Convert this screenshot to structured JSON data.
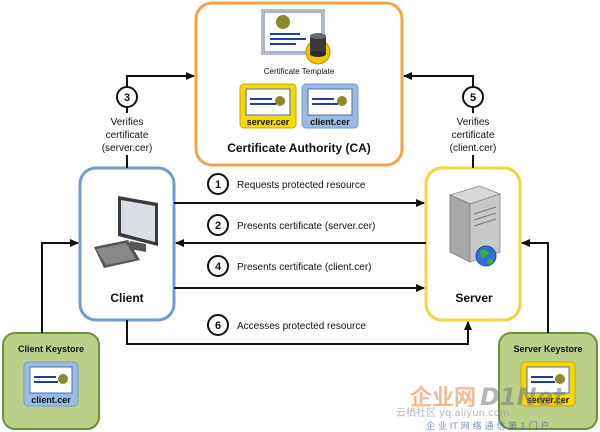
{
  "ca": {
    "title": "Certificate Authority (CA)",
    "template_label": "Certificate Template",
    "server_cert": "server.cer",
    "client_cert": "client.cer"
  },
  "client": {
    "label": "Client"
  },
  "server": {
    "label": "Server"
  },
  "client_keystore": {
    "label": "Client Keystore",
    "cert": "client.cer"
  },
  "server_keystore": {
    "label": "Server Keystore",
    "cert": "server.cer"
  },
  "steps": [
    {
      "num": "1",
      "text": "Requests protected resource"
    },
    {
      "num": "2",
      "text": "Presents certificate (server.cer)"
    },
    {
      "num": "3",
      "lines": [
        "Verifies",
        "certificate",
        "(server.cer)"
      ]
    },
    {
      "num": "4",
      "text": "Presents certificate (client.cer)"
    },
    {
      "num": "5",
      "lines": [
        "Verifies",
        "certificate",
        "(client.cer)"
      ]
    },
    {
      "num": "6",
      "text": "Accesses protected resource"
    }
  ],
  "watermark": {
    "brand": "企业网",
    "site": "D1Net",
    "line1": "云栖社区 yq.aliyun.com",
    "line2": "企 业 IT 网 络 通 信  第 1 门 户"
  },
  "colors": {
    "ca_border": "#f4a340",
    "client_border": "#6f9bd1",
    "server_border": "#f2d53c",
    "keystore_fill": "#b9cf8a",
    "keystore_border": "#6f8f3a"
  }
}
